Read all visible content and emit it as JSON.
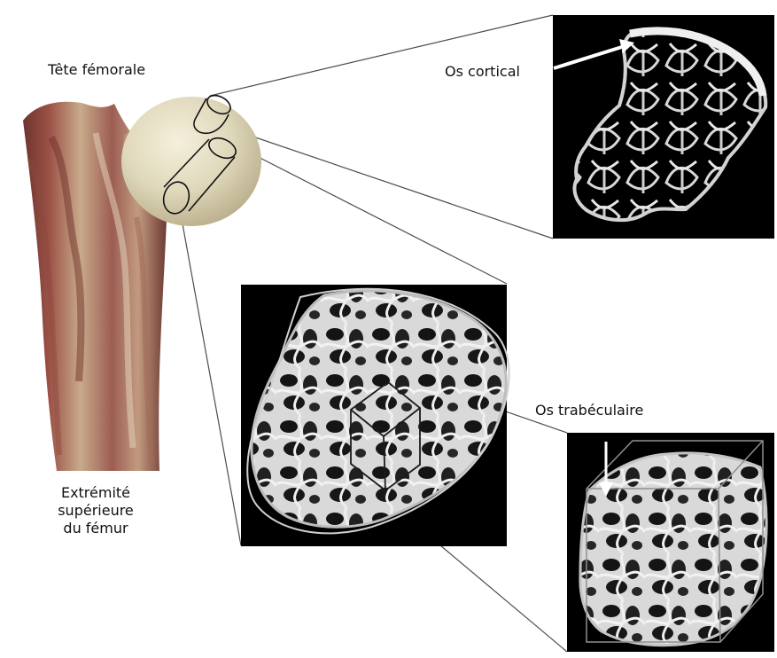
{
  "labels": {
    "femoral_head": "Tête fémorale",
    "cortical_bone": "Os cortical",
    "trabecular_bone": "Os trabéculaire",
    "upper_end_femur": "Extrémité\nsupérieure\ndu fémur"
  },
  "colors": {
    "background": "#ffffff",
    "panel": "#000000",
    "bone_light": "#d9d9d9",
    "bone_mid": "#a9a9a9",
    "femur_red": "#8a3f37",
    "femur_tan": "#c5a88b",
    "head_cream": "#ece6cf",
    "line": "#555555",
    "arrow": "#ffffff"
  },
  "icons": {
    "cortical_arrow": "arrow-icon",
    "trabecular_arrow": "arrow-icon"
  }
}
